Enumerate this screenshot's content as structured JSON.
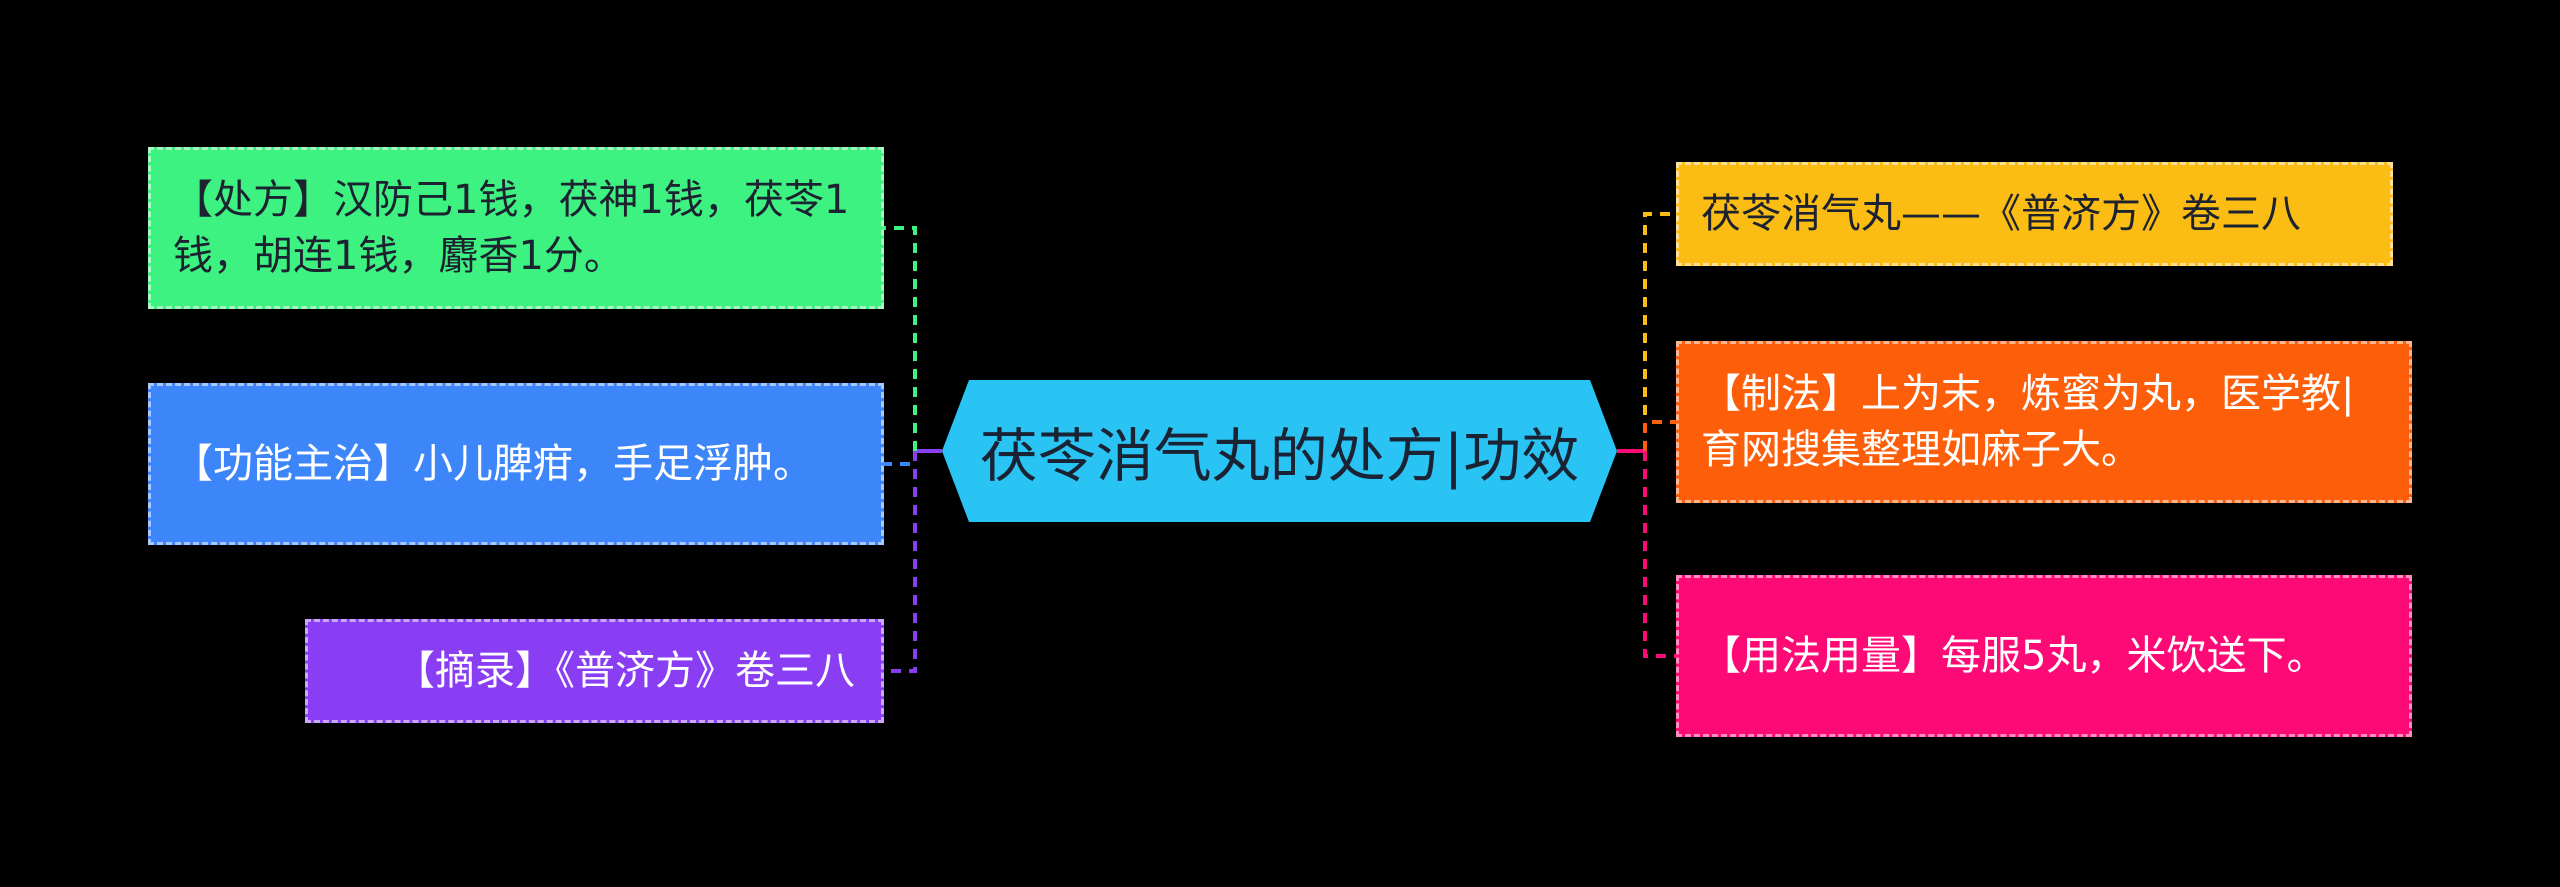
{
  "central": {
    "label": "茯苓消气丸的处方|功效",
    "color": "#29c4f4"
  },
  "left_nodes": [
    {
      "label": "【处方】汉防己1钱，茯神1钱，茯苓1钱，胡连1钱，麝香1分。",
      "color": "#3ef282"
    },
    {
      "label": "【功能主治】小儿脾疳，手足浮肿。",
      "color": "#3d86f9"
    },
    {
      "label": "【摘录】《普济方》卷三八",
      "color": "#8a3ef3"
    }
  ],
  "right_nodes": [
    {
      "label": "茯苓消气丸——《普济方》卷三八",
      "color": "#fbbd13"
    },
    {
      "label": "【制法】上为末，炼蜜为丸，医学教|育网搜集整理如麻子大。",
      "color": "#fc5e0a"
    },
    {
      "label": "【用法用量】每服5丸，米饮送下。",
      "color": "#fe0a76"
    }
  ]
}
